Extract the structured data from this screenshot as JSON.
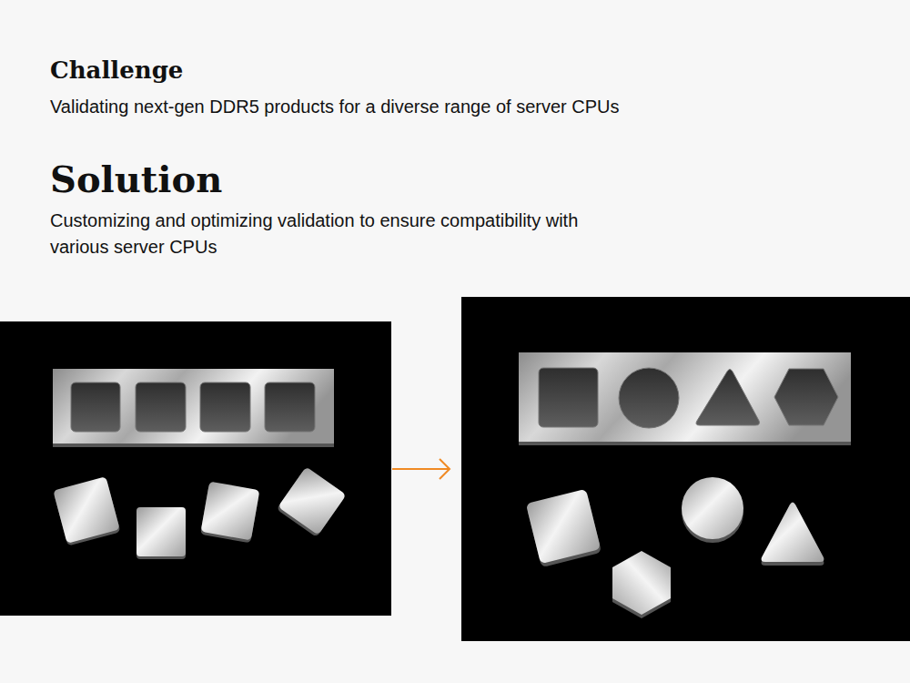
{
  "diagram": {
    "labels": [
      "Challenge",
      "Validating next-gen DDR5 products for a diverse range of server CPUs",
      "Solution",
      "Customizing and optimizing validation to ensure compatibility with various server CPUs"
    ]
  }
}
